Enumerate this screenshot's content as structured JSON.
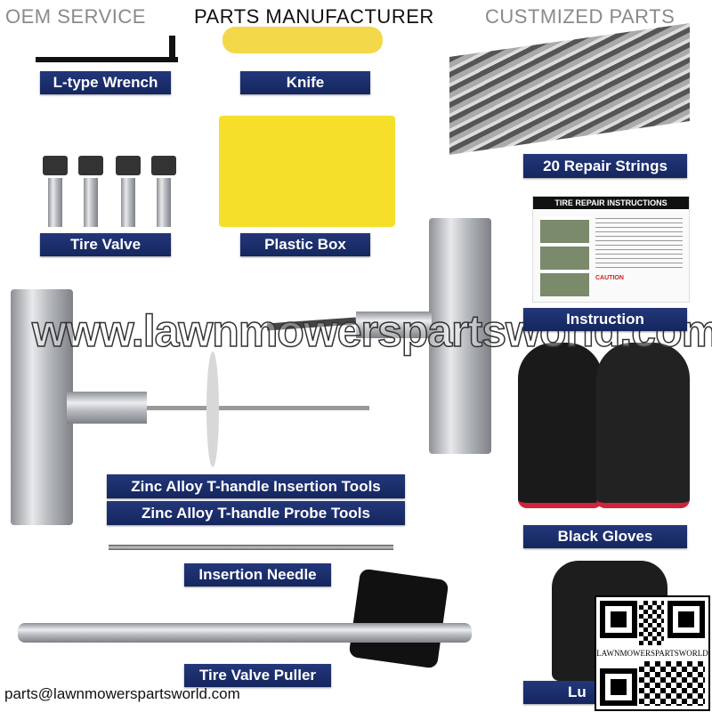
{
  "header": {
    "left": "OEM SERVICE",
    "center": "PARTS MANUFACTURER",
    "right": "CUSTMIZED PARTS"
  },
  "labels": {
    "wrench": "L-type Wrench",
    "knife": "Knife",
    "strings": "20 Repair Strings",
    "valve": "Tire Valve",
    "box": "Plastic Box",
    "instruction": "Instruction",
    "insertion_tool": "Zinc Alloy T-handle Insertion Tools",
    "probe_tool": "Zinc Alloy T-handle Probe Tools",
    "gloves": "Black Gloves",
    "needle": "Insertion Needle",
    "puller": "Tire Valve Puller",
    "lube": "Lu"
  },
  "instruction_card": {
    "title": "TIRE REPAIR INSTRUCTIONS",
    "caution": "CAUTION"
  },
  "watermark": "www.lawnmowerspartsworld.com",
  "qr_text": "LAWNMOWERSPARTSWORLD",
  "footer_email": "parts@lawnmowerspartsworld.com",
  "colors": {
    "label_bg": "#1c2f6e",
    "box_yellow": "#f5df2a",
    "glove_cuff": "#d0243a"
  }
}
